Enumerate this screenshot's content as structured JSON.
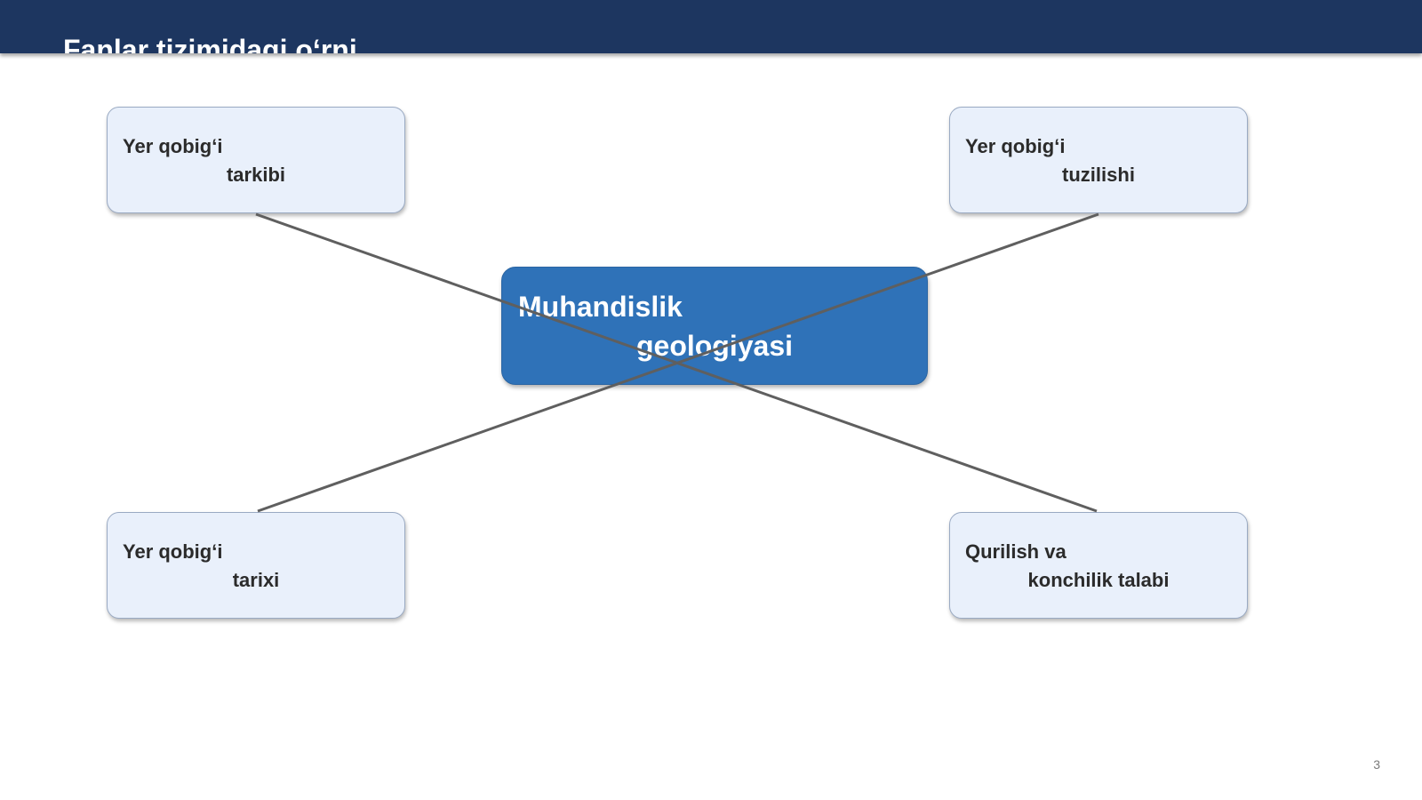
{
  "header": {
    "title": "Fanlar tizimidagi o‘rni",
    "background_color": "#1d3660"
  },
  "diagram": {
    "center": {
      "line1": "Muhandislik",
      "line2": "geologiyasi",
      "color": "#2f72b8"
    },
    "nodes": [
      {
        "id": "top-left",
        "line1": "Yer qobig‘i",
        "line2": "tarkibi"
      },
      {
        "id": "top-right",
        "line1": "Yer qobig‘i",
        "line2": "tuzilishi"
      },
      {
        "id": "bottom-left",
        "line1": "Yer qobig‘i",
        "line2": "tarixi"
      },
      {
        "id": "bottom-right",
        "line1": "Qurilish va",
        "line2": "konchilik talabi"
      }
    ],
    "node_color": "#e9f0fb",
    "connector_color": "#5f5f5f"
  },
  "footer": {
    "page_number": "3"
  }
}
